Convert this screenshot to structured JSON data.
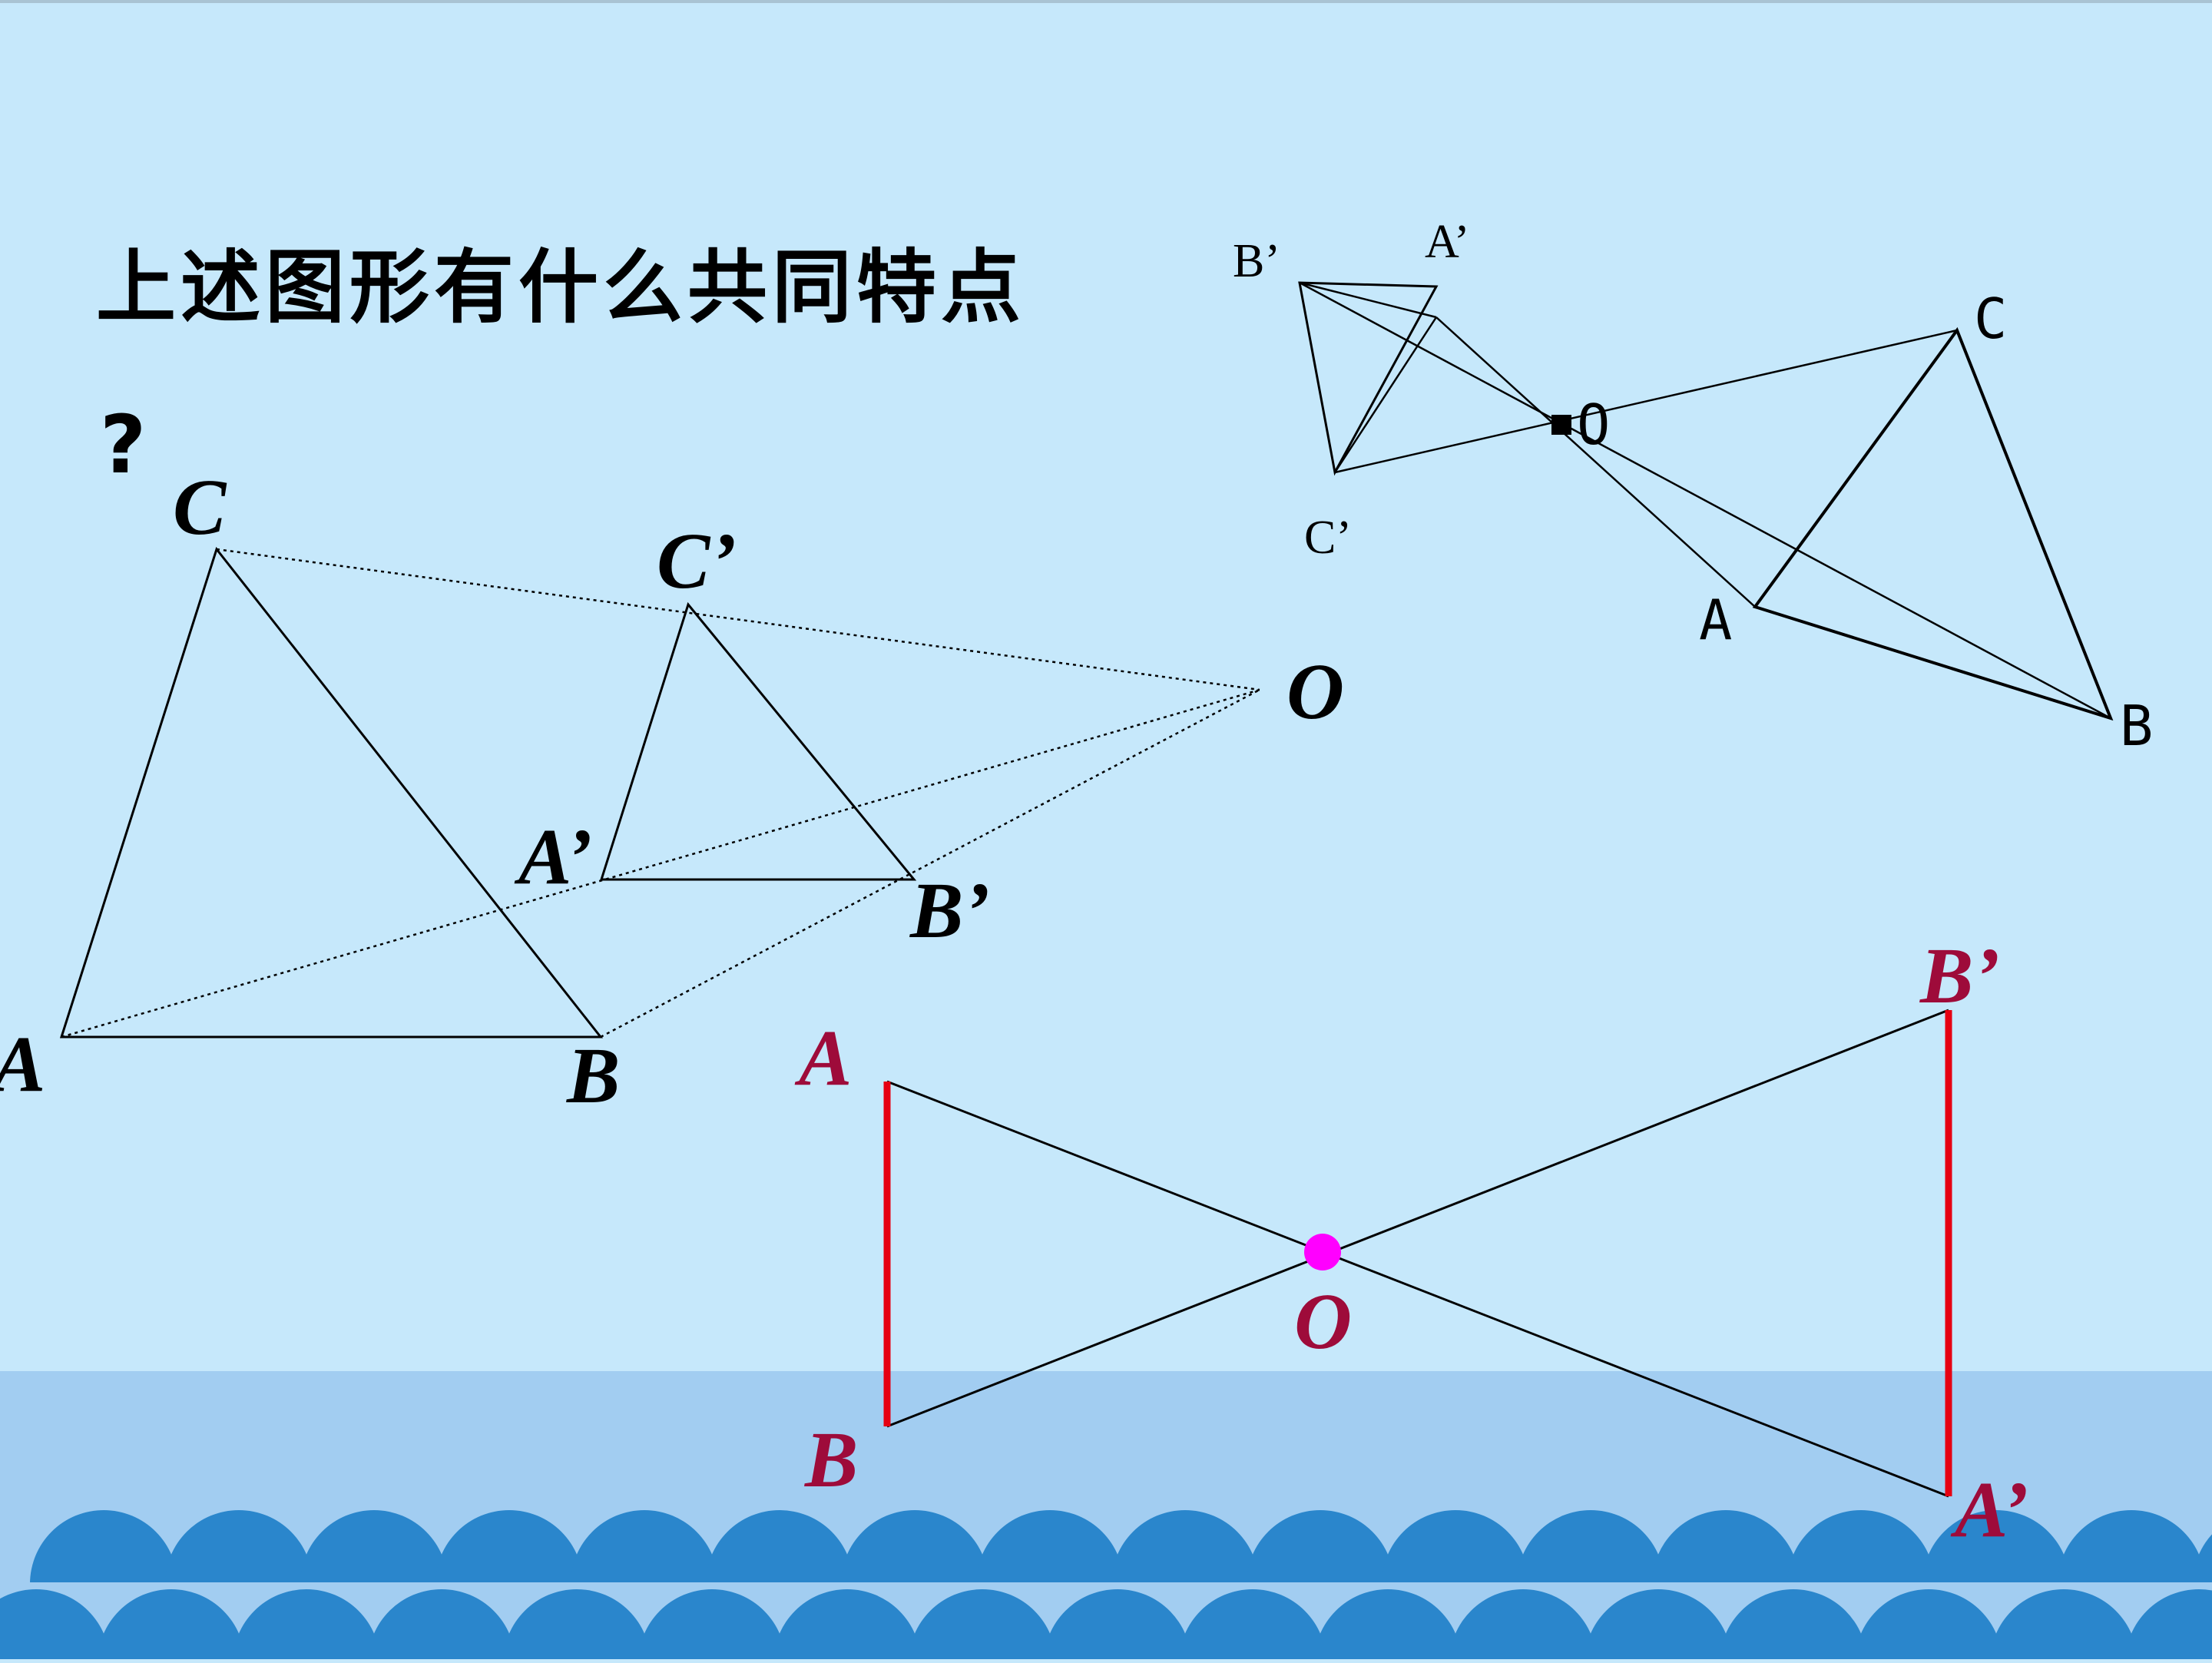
{
  "slide": {
    "question_line1": "上述图形有什么共同特点",
    "question_line2": "?"
  },
  "figure_left": {
    "labels": {
      "A": "A",
      "B": "B",
      "C": "C",
      "A_prime": "A’",
      "B_prime": "B’",
      "C_prime": "C’",
      "O": "O"
    }
  },
  "figure_top_right": {
    "labels": {
      "A": "A",
      "B": "B",
      "C": "C",
      "A_prime": "A’",
      "B_prime": "B’",
      "C_prime": "C’",
      "O": "O"
    }
  },
  "figure_bottom": {
    "labels": {
      "A": "A",
      "B": "B",
      "A_prime": "A’",
      "B_prime": "B’",
      "O": "O"
    }
  },
  "colors": {
    "background": "#c6e8fb",
    "sea_band": "#a2cdf1",
    "wave": "#2a86cc",
    "segment_red": "#e60012",
    "label_red": "#9e0b3a",
    "center_point": "#ff00ff"
  }
}
